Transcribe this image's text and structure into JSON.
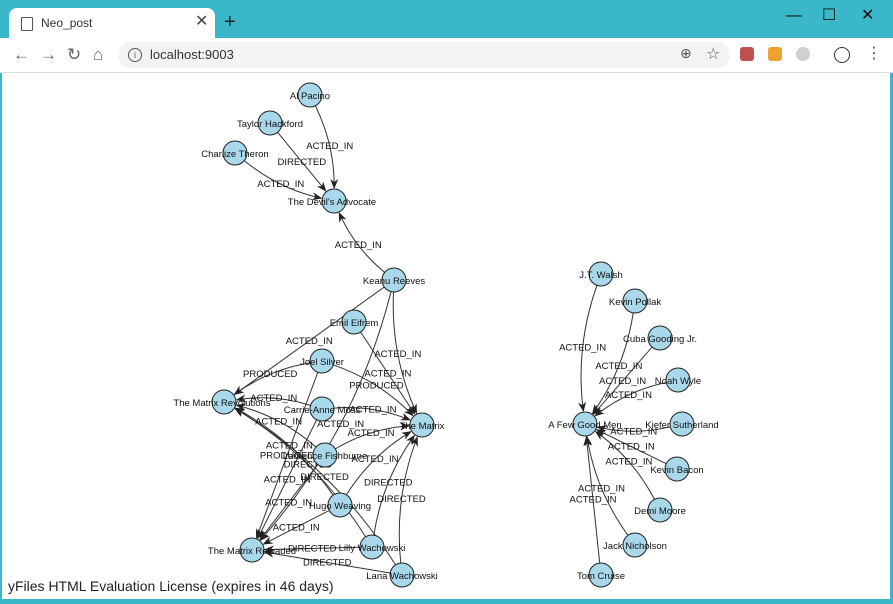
{
  "browser": {
    "tab_title": "Neo_post",
    "url": "localhost:9003",
    "new_tab_symbol": "+",
    "tab_close_symbol": "✕"
  },
  "window_controls": {
    "minimize": "—",
    "maximize": "☐",
    "close": "✕"
  },
  "graph": {
    "nodes": [
      {
        "id": "al",
        "label": "Al Pacino"
      },
      {
        "id": "taylor",
        "label": "Taylor Hackford"
      },
      {
        "id": "charlize",
        "label": "Charlize Theron"
      },
      {
        "id": "devil",
        "label": "The Devil's Advocate"
      },
      {
        "id": "keanu",
        "label": "Keanu Reeves"
      },
      {
        "id": "emil",
        "label": "Emil Eifrem"
      },
      {
        "id": "joel",
        "label": "Joel Silver"
      },
      {
        "id": "rev",
        "label": "The Matrix Revolutions"
      },
      {
        "id": "carrie",
        "label": "Carrie-Anne Moss"
      },
      {
        "id": "matrix",
        "label": "The Matrix"
      },
      {
        "id": "laurence",
        "label": "Laurence Fishburne"
      },
      {
        "id": "hugo",
        "label": "Hugo Weaving"
      },
      {
        "id": "reloaded",
        "label": "The Matrix Reloaded"
      },
      {
        "id": "lilly",
        "label": "Lilly Wachowski"
      },
      {
        "id": "lana",
        "label": "Lana Wachowski"
      },
      {
        "id": "jt",
        "label": "J.T. Walsh"
      },
      {
        "id": "pollak",
        "label": "Kevin Pollak"
      },
      {
        "id": "cuba",
        "label": "Cuba Gooding Jr."
      },
      {
        "id": "noah",
        "label": "Noah Wyle"
      },
      {
        "id": "afgm",
        "label": "A Few Good Men"
      },
      {
        "id": "kiefer",
        "label": "Kiefer Sutherland"
      },
      {
        "id": "bacon",
        "label": "Kevin Bacon"
      },
      {
        "id": "demi",
        "label": "Demi Moore"
      },
      {
        "id": "jack",
        "label": "Jack Nicholson"
      },
      {
        "id": "tom",
        "label": "Tom Cruise"
      }
    ],
    "edges": [
      {
        "from": "al",
        "to": "devil",
        "label": "ACTED_IN"
      },
      {
        "from": "taylor",
        "to": "devil",
        "label": "DIRECTED"
      },
      {
        "from": "charlize",
        "to": "devil",
        "label": "ACTED_IN"
      },
      {
        "from": "keanu",
        "to": "devil",
        "label": "ACTED_IN"
      },
      {
        "from": "keanu",
        "to": "rev",
        "label": "ACTED_IN"
      },
      {
        "from": "keanu",
        "to": "matrix",
        "label": "ACTED_IN"
      },
      {
        "from": "keanu",
        "to": "reloaded",
        "label": "ACTED_IN"
      },
      {
        "from": "emil",
        "to": "matrix",
        "label": "ACTED_IN"
      },
      {
        "from": "joel",
        "to": "rev",
        "label": "PRODUCED"
      },
      {
        "from": "joel",
        "to": "matrix",
        "label": "PRODUCED"
      },
      {
        "from": "joel",
        "to": "reloaded",
        "label": "PRODUCED"
      },
      {
        "from": "carrie",
        "to": "rev",
        "label": "ACTED_IN"
      },
      {
        "from": "carrie",
        "to": "matrix",
        "label": "ACTED_IN"
      },
      {
        "from": "carrie",
        "to": "reloaded",
        "label": "ACTED_IN"
      },
      {
        "from": "laurence",
        "to": "rev",
        "label": "ACTED_IN"
      },
      {
        "from": "laurence",
        "to": "matrix",
        "label": "ACTED_IN"
      },
      {
        "from": "laurence",
        "to": "reloaded",
        "label": "ACTED_IN"
      },
      {
        "from": "hugo",
        "to": "rev",
        "label": "ACTED_IN"
      },
      {
        "from": "hugo",
        "to": "matrix",
        "label": "ACTED_IN"
      },
      {
        "from": "hugo",
        "to": "reloaded",
        "label": "ACTED_IN"
      },
      {
        "from": "lilly",
        "to": "rev",
        "label": "DIRECTED"
      },
      {
        "from": "lilly",
        "to": "matrix",
        "label": "DIRECTED"
      },
      {
        "from": "lilly",
        "to": "reloaded",
        "label": "DIRECTED"
      },
      {
        "from": "lana",
        "to": "rev",
        "label": "DIRECTED"
      },
      {
        "from": "lana",
        "to": "matrix",
        "label": "DIRECTED"
      },
      {
        "from": "lana",
        "to": "reloaded",
        "label": "DIRECTED"
      },
      {
        "from": "jt",
        "to": "afgm",
        "label": "ACTED_IN"
      },
      {
        "from": "pollak",
        "to": "afgm",
        "label": "ACTED_IN"
      },
      {
        "from": "cuba",
        "to": "afgm",
        "label": "ACTED_IN"
      },
      {
        "from": "noah",
        "to": "afgm",
        "label": "ACTED_IN"
      },
      {
        "from": "kiefer",
        "to": "afgm",
        "label": "ACTED_IN"
      },
      {
        "from": "bacon",
        "to": "afgm",
        "label": "ACTED_IN"
      },
      {
        "from": "demi",
        "to": "afgm",
        "label": "ACTED_IN"
      },
      {
        "from": "jack",
        "to": "afgm",
        "label": "ACTED_IN"
      },
      {
        "from": "tom",
        "to": "afgm",
        "label": "ACTED_IN"
      }
    ],
    "node_fill": "#a8d8ea",
    "node_stroke": "#222222"
  },
  "license_text": "yFiles HTML Evaluation License (expires in 46 days)"
}
